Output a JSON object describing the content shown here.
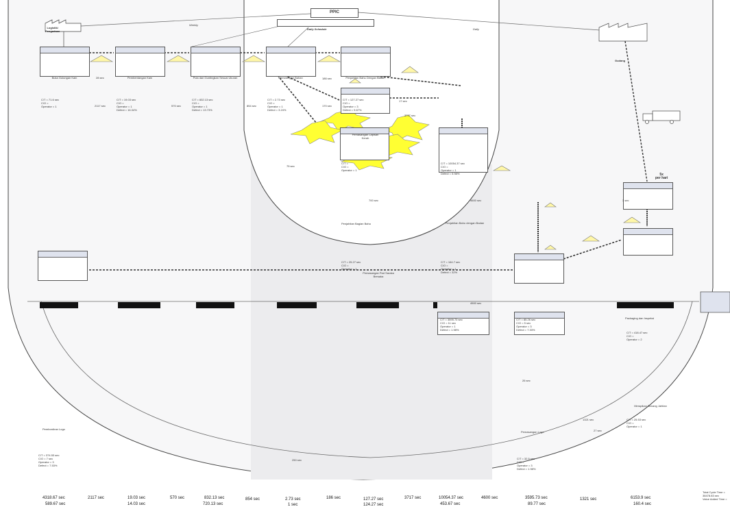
{
  "top": {
    "ppic": "PPIC",
    "daily_schedule": "Daily Schedule",
    "supplier": "Logistik/\nPengadaan",
    "weekly": "Weekly",
    "daily": "Daily",
    "gudang": "Gudang",
    "frequency": "5x\nper hari"
  },
  "processes": [
    {
      "name": "Buka Gulungan Kain",
      "data": "C/T = 71.6 sec\nC/O =\nOperator = 1"
    },
    {
      "name": "Pembentangan Kain",
      "data": "C/T = 19.03 sec\nC/O =\nOperator = 1\nDefect = 16.34%"
    },
    {
      "name": "Pola dan Guntingkan Sesuai Ukuran",
      "data": "C/T = 832.13 sec\nC/O =\nOperator = 1\nDefect = 13.73%"
    },
    {
      "name": "Pemotongan Bahan",
      "data": "C/T = 2.73 sec\nC/O =\nOperator = 1\nDefect = 3.24%"
    },
    {
      "name": "Penjahitan Bahu Dengan Badan",
      "data": ""
    },
    {
      "name": "",
      "data": "C/T = 127.27 sec\nC/O =\nOperator = 3\nDefect = 9.67%"
    },
    {
      "name": "Pemasangan Lapisan Kerah",
      "data": "C/T =\nC/O =\nOperator = 1"
    },
    {
      "name": "",
      "data": "C/T = 10054.37 sec\nC/O =\nOperator = 1\nDefect = 5.98%"
    },
    {
      "name": "",
      "data": "C/T = 25.27 sec\nC/O =\nOperator = 1"
    },
    {
      "name": "",
      "data": "C/T = 164.7 sec\nC/O =\nOperator = 1\nDefect = 32%"
    },
    {
      "name": "",
      "data": "C/T = 3595.73 sec\nC/O = 11 sec\nOperator = 1\nDefect = 1.98%"
    },
    {
      "name": "",
      "data": "C/T = 85.26 sec\nC/O = 5 sec\nOperator = 3\nDefect = 7.33%"
    },
    {
      "name": "Packaging dan Inspeksi",
      "data": "C/T = 418.47 sec\nC/O =\nOperator = 2"
    },
    {
      "name": "Merapikan Benang Jahitan",
      "data": "C/T = 25.53 sec\nC/O =\nOperator = 1"
    },
    {
      "name": "Pembordiran Logo",
      "data": "C/T = 374.53 sec\nC/O = 7 sec\nOperator = 3\nDefect = 7.53%"
    },
    {
      "name": "Pemasangan Logo",
      "data": "C/T = 32.5 sec\nC/O =\nOperator = 3\nDefect = 1.98%"
    },
    {
      "name": "Penjahitan Bagian Bahu",
      "data": ""
    },
    {
      "name": "Penjahitan Bahu dengan Badan",
      "data": ""
    },
    {
      "name": "Pemasangan Pad Saraka Bersaka",
      "data": ""
    }
  ],
  "inventory_times": [
    "28 sec",
    "2117 sec",
    "570 sec",
    "854 sec",
    "186 sec",
    "170 sec",
    "17 sec",
    "3717 sec",
    "4600 sec",
    "1321 sec",
    "27 sec",
    "75 sec",
    "700 sec",
    "3 sec",
    "4500 sec",
    "26 sec",
    "250 sec"
  ],
  "timeline": {
    "upper": [
      "4318.67 sec",
      "2117 sec",
      "19.03 sec",
      "570 sec",
      "832.13 sec",
      "854 sec",
      "2.73 sec",
      "186 sec",
      "127.27 sec",
      "3717 sec",
      "10054.37 sec",
      "4600 sec",
      "3595.73 sec",
      "1321 sec",
      "6153.9 sec"
    ],
    "lower": [
      "589.67 sec",
      "",
      "14.03 sec",
      "",
      "720.13 sec",
      "",
      "1 sec",
      "",
      "124.27 sec",
      "",
      "453.67 sec",
      "",
      "89.77 sec",
      "",
      "160.4 sec"
    ],
    "summary": "Total Cycle Time =\n38478.83 sec\nValue Added Time ="
  }
}
